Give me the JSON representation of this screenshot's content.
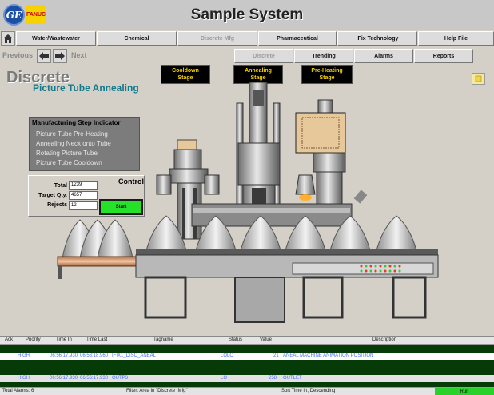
{
  "header": {
    "title": "Sample System",
    "logo_ge": "GE",
    "logo_fanuc": "FANUC"
  },
  "nav": {
    "tabs": [
      {
        "label": "Water/Wastewater",
        "disabled": false
      },
      {
        "label": "Chemical",
        "disabled": false
      },
      {
        "label": "Discrete Mfg",
        "disabled": true
      },
      {
        "label": "Pharmaceutical",
        "disabled": false
      },
      {
        "label": "iFix Technology",
        "disabled": false
      },
      {
        "label": "Help File",
        "disabled": false
      }
    ]
  },
  "history": {
    "previous": "Previous",
    "next": "Next"
  },
  "subnav": {
    "tabs": [
      {
        "label": "Discrete",
        "disabled": true
      },
      {
        "label": "Trending",
        "disabled": false
      },
      {
        "label": "Alarms",
        "disabled": false
      },
      {
        "label": "Reports",
        "disabled": false
      }
    ]
  },
  "page": {
    "title": "Discrete",
    "subtitle": "Picture Tube Annealing"
  },
  "stages": [
    {
      "label": "Cooldown Stage"
    },
    {
      "label": "Annealing Stage"
    },
    {
      "label": "Pre-Heating Stage"
    }
  ],
  "steps": {
    "title": "Manufacturing Step Indicator",
    "items": [
      "Picture Tube Pre-Heating",
      "Annealing Neck onto Tube",
      "Rotating Picture Tube",
      "Picture Tube Cooldown"
    ]
  },
  "control": {
    "title": "Control",
    "total_label": "Total",
    "total_value": "1239",
    "target_label": "Target Qty.",
    "target_value": "4657",
    "rejects_label": "Rejects",
    "rejects_value": "12",
    "start_label": "Start"
  },
  "alarms": {
    "columns": [
      "Ack",
      "Priority",
      "Time In",
      "Time Last",
      "Tagname",
      "Status",
      "Value",
      "Description"
    ],
    "rows": [
      {
        "priority": "HIGH",
        "time_in": "06:56:17.930",
        "time_last": "06:58:18.960",
        "tagname": "IFIX1_DISC_ANEAL",
        "status": "LOLO",
        "value": "21",
        "description": "ANEAL MACHINE ANIMATION POSITION",
        "bg": "#ffffff"
      },
      {
        "priority": "HIGH",
        "time_in": "06:56:17.930",
        "time_last": "06:56:17.930",
        "tagname": "OUTP3",
        "status": "LO",
        "value": "258",
        "description": "OUTLET",
        "bg": "#e2e2e2"
      }
    ],
    "total_label": "Total Alarms: 6",
    "filter_label": "Filter: Area in \"Discrete_Mfg\"",
    "sort_label": "Sort Time In, Descending",
    "run_label": "Run"
  },
  "colors": {
    "accent": "#127a8c",
    "stage_text": "#f5d200",
    "start": "#26e12a",
    "alarm_text": "#4a6eff"
  }
}
